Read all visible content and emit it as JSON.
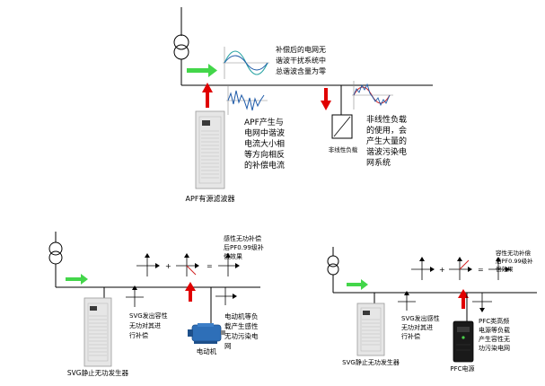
{
  "top": {
    "compensated_text": [
      "补偿后的电网无",
      "谐波干扰系统中",
      "总谐波含量为零"
    ],
    "apf_text": [
      "APF产生与",
      "电网中谐波",
      "电流大小相",
      "等方向相反",
      "的补偿电流"
    ],
    "nonlinear_text": [
      "非线性负载",
      "的使用，会",
      "产生大量的",
      "谐波污染电",
      "网系统"
    ],
    "nonlinear_box_label": "非线性负载",
    "apf_device_label": "APF有源滤波器"
  },
  "bottom_left": {
    "effect_text": [
      "感性无功补偿",
      "后PF0.99级补",
      "偿效果"
    ],
    "svg_text": [
      "SVG发出容性",
      "无功对其进",
      "行补偿"
    ],
    "motor_text": [
      "电动机等负",
      "载产生感性",
      "无功污染电",
      "网"
    ],
    "device_label": "SVG静止无功发生器",
    "motor_label": "电动机",
    "op_plus": "+",
    "op_equals": "="
  },
  "bottom_right": {
    "effect_text": [
      "容性无功补偿",
      "后PF0.99级补",
      "偿效果"
    ],
    "svg_text": [
      "SVG发出感性",
      "无功对其进",
      "行补偿"
    ],
    "pfc_text": [
      "PFC类高频",
      "电源等负载",
      "产生容性无",
      "功污染电网"
    ],
    "device_label": "SVG静止无功发生器",
    "pfc_label": "PFC电源",
    "op_plus": "+",
    "op_equals": "="
  },
  "colors": {
    "line": "#000000",
    "green_arrow": "#43d64a",
    "red_arrow": "#e00000",
    "wave_blue": "#1e5aa8",
    "wave_red": "#d02020",
    "wave_teal": "#2aa4a4",
    "cabinet": "#e6e6e6"
  }
}
